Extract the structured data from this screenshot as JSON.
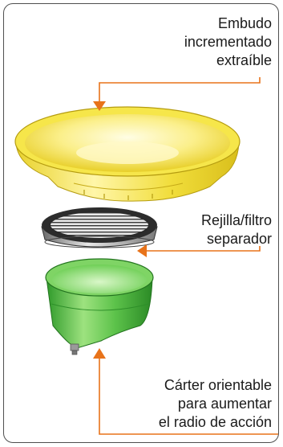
{
  "callouts": {
    "embudo": {
      "lines": [
        "Embudo",
        "incrementado",
        "extraíble"
      ]
    },
    "rejilla": {
      "lines": [
        "Rejilla/filtro",
        "separador"
      ]
    },
    "carter": {
      "lines": [
        "Cárter orientable",
        "para aumentar",
        "el radio de acción"
      ]
    }
  },
  "colors": {
    "frame": "#4f4f4f",
    "arrow": "#e8731a",
    "funnel": "#f2e23a",
    "filter": "#3a3a3a",
    "housing": "#5cc24a"
  },
  "illustrations": [
    "yellow-funnel",
    "grid-filter-ring",
    "green-housing"
  ]
}
